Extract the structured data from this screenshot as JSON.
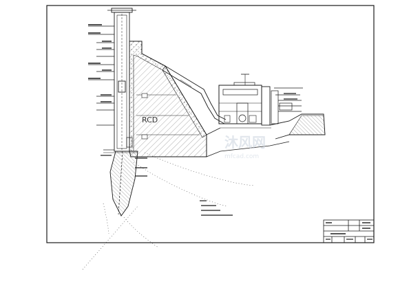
{
  "drawing": {
    "dam_body_label": "RCD",
    "watermark_text": "沐风网",
    "watermark_url": "mfcad.com"
  },
  "colors": {
    "line": "#1a1a1a",
    "hatch": "#555555",
    "watermark": "#c9d3de",
    "background": "#ffffff"
  }
}
